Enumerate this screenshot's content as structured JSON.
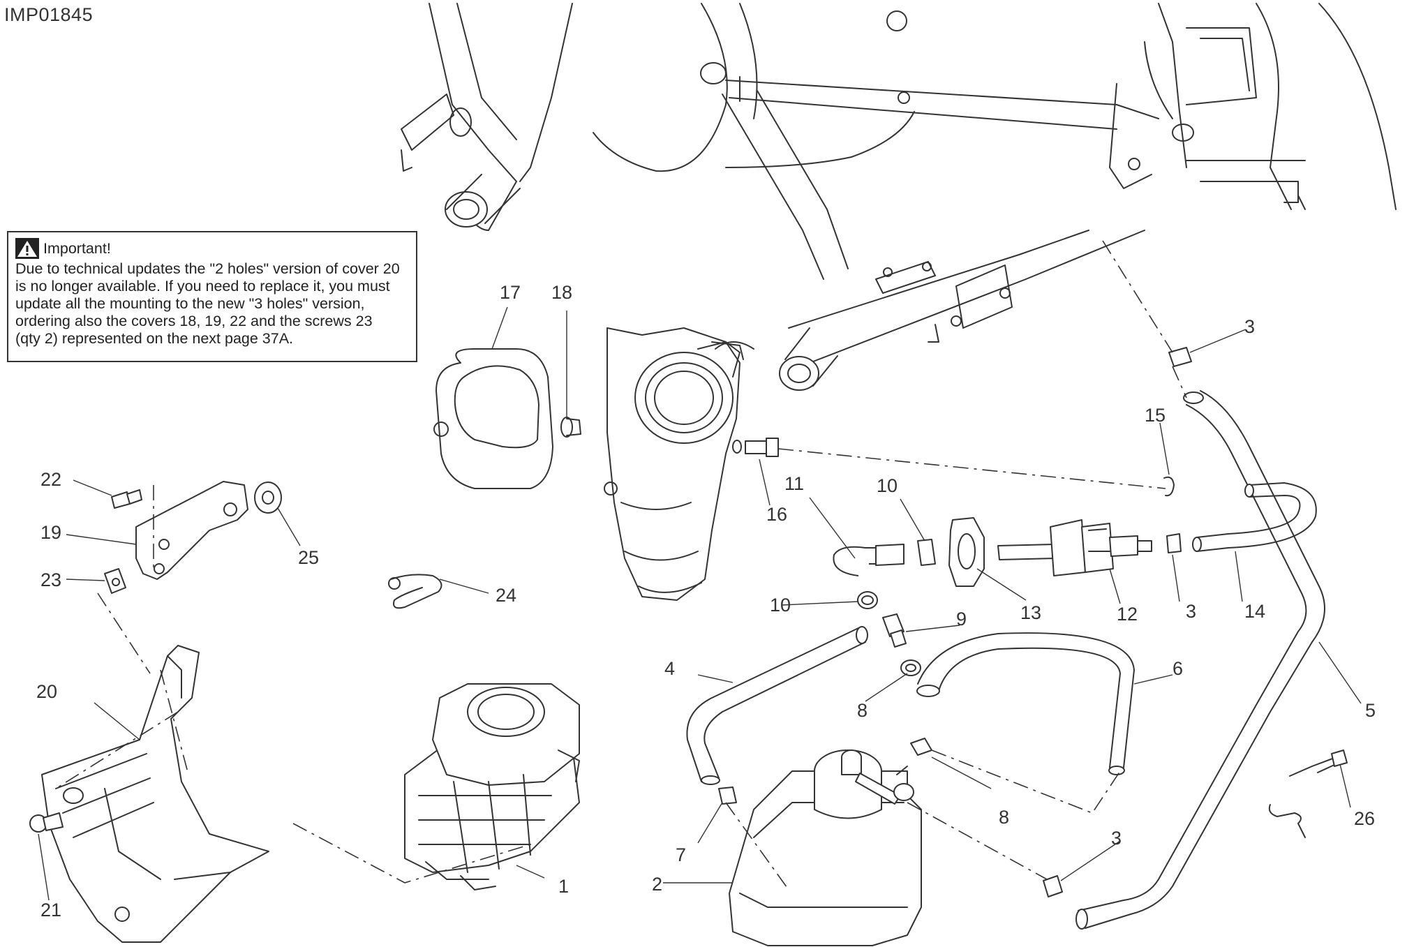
{
  "diagram_id": "IMP01845",
  "note": {
    "icon": "warning-triangle-icon",
    "title": "Important!",
    "lines": [
      "Due to technical updates the \"2 holes\" version of cover 20",
      "is no longer available. If you need to replace it, you must",
      "update all the mounting to the new \"3 holes\" version,",
      "ordering also the covers 18, 19, 22 and the screws 23",
      "(qty 2) represented on the next page 37A."
    ]
  },
  "callouts": {
    "c1": "1",
    "c2": "2",
    "c3a": "3",
    "c3b": "3",
    "c3c": "3",
    "c4": "4",
    "c5": "5",
    "c6": "6",
    "c7": "7",
    "c8a": "8",
    "c8b": "8",
    "c9": "9",
    "c10a": "10",
    "c10b": "10",
    "c11": "11",
    "c12": "12",
    "c13": "13",
    "c14": "14",
    "c15": "15",
    "c16": "16",
    "c17": "17",
    "c18": "18",
    "c19": "19",
    "c20": "20",
    "c21": "21",
    "c22": "22",
    "c23": "23",
    "c24": "24",
    "c25": "25",
    "c26": "26"
  }
}
